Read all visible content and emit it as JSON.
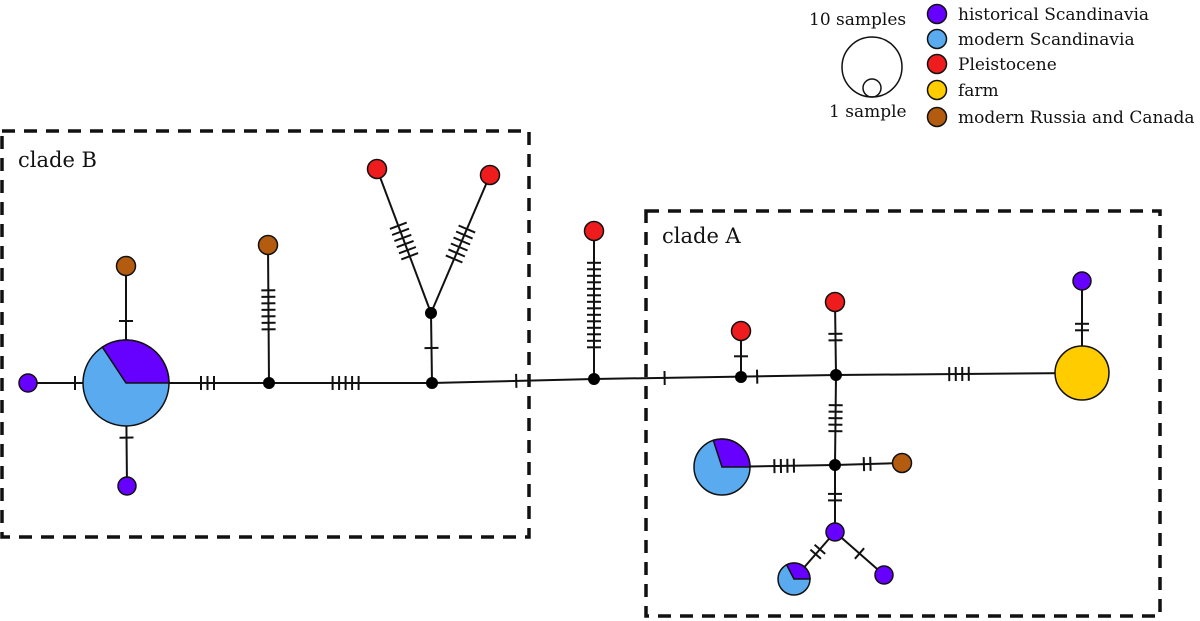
{
  "colors": {
    "historical_scandinavia": "#6600ff",
    "modern_scandinavia": "#5aaaf0",
    "pleistocene": "#ee1c1c",
    "farm": "#ffcc00",
    "modern_russia_canada": "#b35c10",
    "median_vector": "#000000",
    "line": "#111111"
  },
  "legend": {
    "size_scale": {
      "large_label": "10 samples",
      "small_label": "1 sample"
    },
    "items": [
      {
        "label": "historical Scandinavia",
        "color_key": "historical_scandinavia"
      },
      {
        "label": "modern Scandinavia",
        "color_key": "modern_scandinavia"
      },
      {
        "label": "Pleistocene",
        "color_key": "pleistocene"
      },
      {
        "label": "farm",
        "color_key": "farm"
      },
      {
        "label": "modern Russia and Canada",
        "color_key": "modern_russia_canada"
      }
    ]
  },
  "clades": [
    {
      "id": "B",
      "label": "clade B"
    },
    {
      "id": "A",
      "label": "clade A"
    }
  ]
}
